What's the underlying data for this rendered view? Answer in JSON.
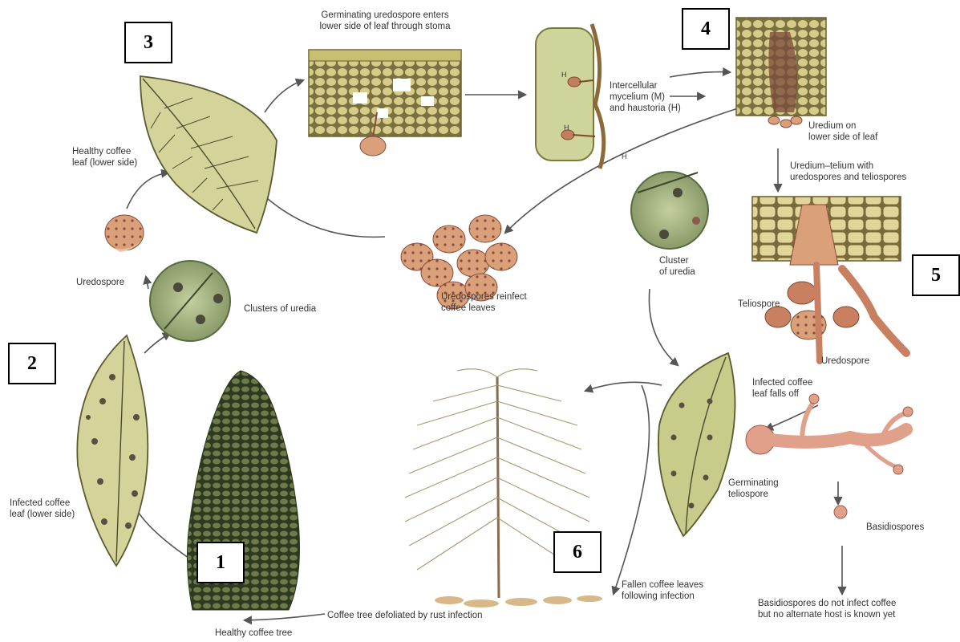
{
  "stage_numbers": [
    "1",
    "2",
    "3",
    "4",
    "5",
    "6"
  ],
  "labels": {
    "germinating_uredospore": [
      "Germinating uredospore enters",
      "lower side of leaf through stoma"
    ],
    "intercellular_mycelium": [
      "Intercellular",
      "mycelium (M)",
      "and haustoria (H)"
    ],
    "haustoria_marks": [
      "H",
      "H",
      "H"
    ],
    "uredium": [
      "Uredium on",
      "lower side of leaf"
    ],
    "uredium_telium": [
      "Uredium–telium with",
      "uredospores and teliospores"
    ],
    "healthy_leaf": [
      "Healthy coffee",
      "leaf (lower side)"
    ],
    "uredospore": "Uredospore",
    "clusters_of_uredia": "Clusters of uredia",
    "uredospores_reinfect": [
      "Uredospores reinfect",
      "coffee leaves"
    ],
    "cluster_of_uredia": [
      "Cluster",
      "of uredia"
    ],
    "teliospore": "Teliospore",
    "uredospore_2": "Uredospore",
    "infected_leaf_falls": [
      "Infected coffee",
      "leaf falls off"
    ],
    "infected_leaf": [
      "Infected coffee",
      "leaf (lower side)"
    ],
    "germinating_teliospore": [
      "Germinating",
      "teliospore"
    ],
    "basidiospores": "Basidiospores",
    "basidiospores_note": [
      "Basidiospores do not infect coffee",
      "but no alternate host is known yet"
    ],
    "fallen_leaves": [
      "Fallen coffee leaves",
      "following infection"
    ],
    "defoliated_tree": "Coffee tree defoliated by rust infection",
    "healthy_tree": "Healthy coffee tree"
  },
  "colors": {
    "leaf_fill": "#d9d9a0",
    "leaf_vein": "#4a4a2a",
    "tissue": "#c8c080",
    "spore": "#d9a07a",
    "spore_dark": "#8a4a3a",
    "pustule": "#5a5040",
    "tree_dark": "#3d4a2a",
    "arrow": "#555555",
    "magnifier": "#9aa878"
  }
}
